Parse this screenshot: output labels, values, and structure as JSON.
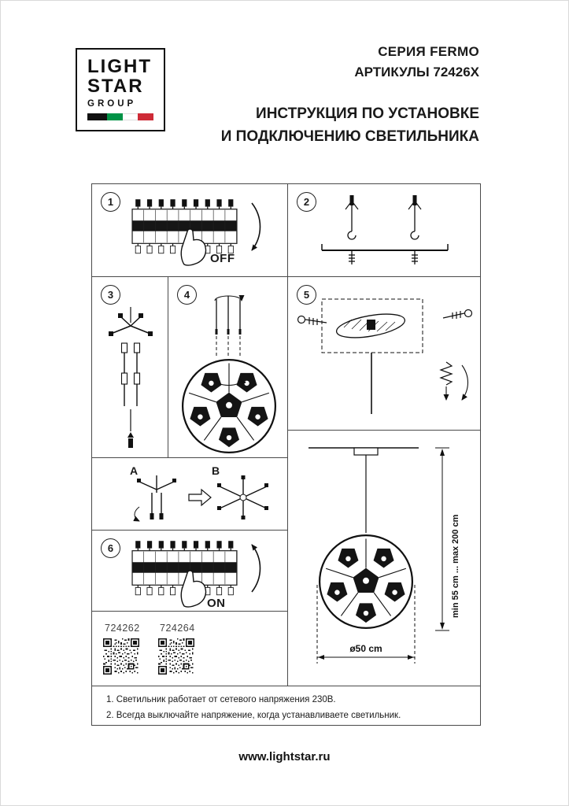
{
  "logo": {
    "line1": "LIGHT",
    "line2": "STAR",
    "line3": "GROUP"
  },
  "header": {
    "series": "СЕРИЯ FERMO",
    "articles": "АРТИКУЛЫ 72426X",
    "title_line1": "ИНСТРУКЦИЯ ПО УСТАНОВКЕ",
    "title_line2": "И ПОДКЛЮЧЕНИЮ СВЕТИЛЬНИКА"
  },
  "steps": {
    "s1": "1",
    "s2": "2",
    "s3": "3",
    "s4": "4",
    "s5": "5",
    "s6": "6",
    "off_label": "OFF",
    "on_label": "ON",
    "variant_a": "A",
    "variant_b": "B"
  },
  "articles": {
    "number1": "724262",
    "number2": "724264"
  },
  "dimensions": {
    "height_range": "min 55 cm ... max 200 cm",
    "diameter": "ø50 cm"
  },
  "notes": {
    "line1": "1. Светильник работает от сетевого напряжения 230В.",
    "line2": "2. Всегда выключайте напряжение, когда устанавливаете светильник."
  },
  "footer": {
    "url": "www.lightstar.ru"
  },
  "colors": {
    "ink": "#1a1a1a",
    "panel_border": "#4a4a4a",
    "flag_green": "#009246",
    "flag_red": "#ce2b37"
  }
}
